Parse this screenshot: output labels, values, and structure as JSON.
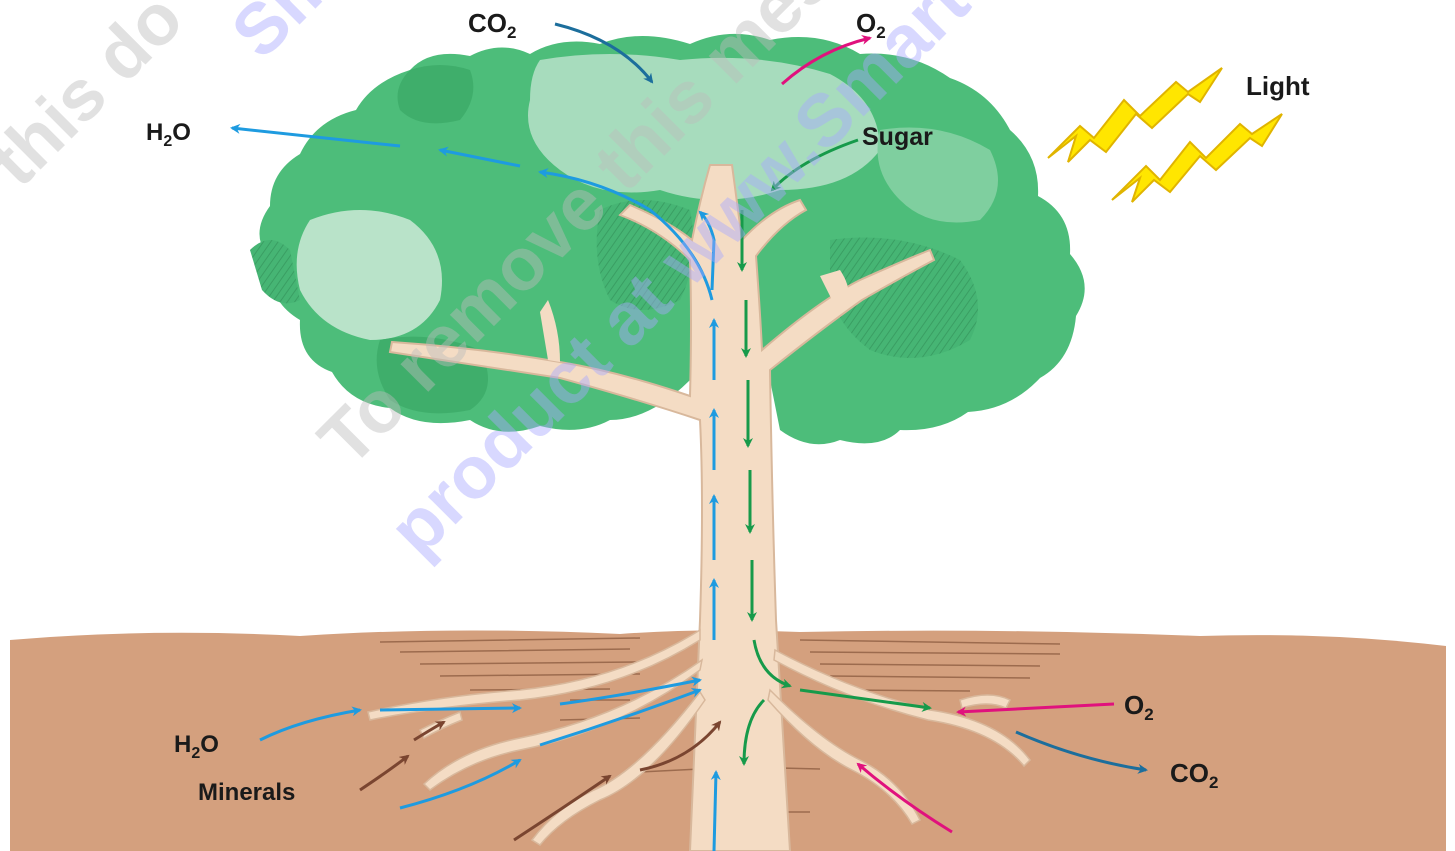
{
  "labels": {
    "co2_top": "CO",
    "co2_top_sub": "2",
    "o2_top": "O",
    "o2_top_sub": "2",
    "light": "Light",
    "h2o_top": "H",
    "h2o_top_sub": "2",
    "h2o_top_tail": "O",
    "sugar": "Sugar",
    "o2_root": "O",
    "o2_root_sub": "2",
    "co2_root": "CO",
    "co2_root_sub": "2",
    "h2o_root": "H",
    "h2o_root_sub": "2",
    "h2o_root_tail": "O",
    "minerals": "Minerals"
  },
  "watermark": {
    "line1": "To remove this message",
    "line2": "product at www.Smart",
    "corner_left": "this do",
    "corner_top": "Sm"
  },
  "colors": {
    "water_arrow": "#1e9be0",
    "sugar_arrow": "#169a4a",
    "o2_arrow": "#e0117d",
    "co2_arrow": "#1c6e9c",
    "mineral_arrow": "#7a4530",
    "light_bolt": "#ffe600",
    "soil": "#d4a07e",
    "trunk": "#f4dcc4",
    "foliage": "#4dbd7a"
  }
}
